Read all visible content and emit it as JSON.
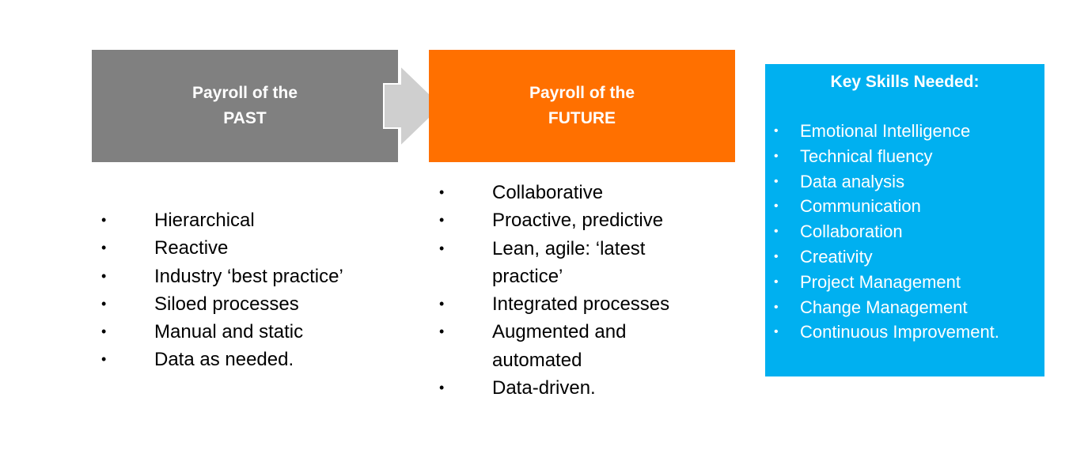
{
  "past": {
    "title_lines": [
      "Payroll of the",
      "PAST"
    ],
    "color": "#808080",
    "items": [
      "Hierarchical",
      "Reactive",
      "Industry ‘best practice’",
      "Siloed processes",
      "Manual and static",
      "Data as needed."
    ]
  },
  "future": {
    "title_lines": [
      "Payroll of the",
      "FUTURE"
    ],
    "color": "#ff7000",
    "items": [
      "Collaborative",
      "Proactive, predictive",
      "Lean, agile: ‘latest practice’",
      "Integrated processes",
      "Augmented and automated",
      "Data-driven."
    ]
  },
  "skills": {
    "title": "Key Skills Needed:",
    "color": "#00b0f0",
    "items": [
      "Emotional Intelligence",
      "Technical fluency",
      "Data analysis",
      "Communication",
      "Collaboration",
      "Creativity",
      "Project Management",
      "Change Management",
      "Continuous Improvement."
    ]
  },
  "icons": {
    "arrow": "right-arrow-icon",
    "bullet": "•"
  }
}
